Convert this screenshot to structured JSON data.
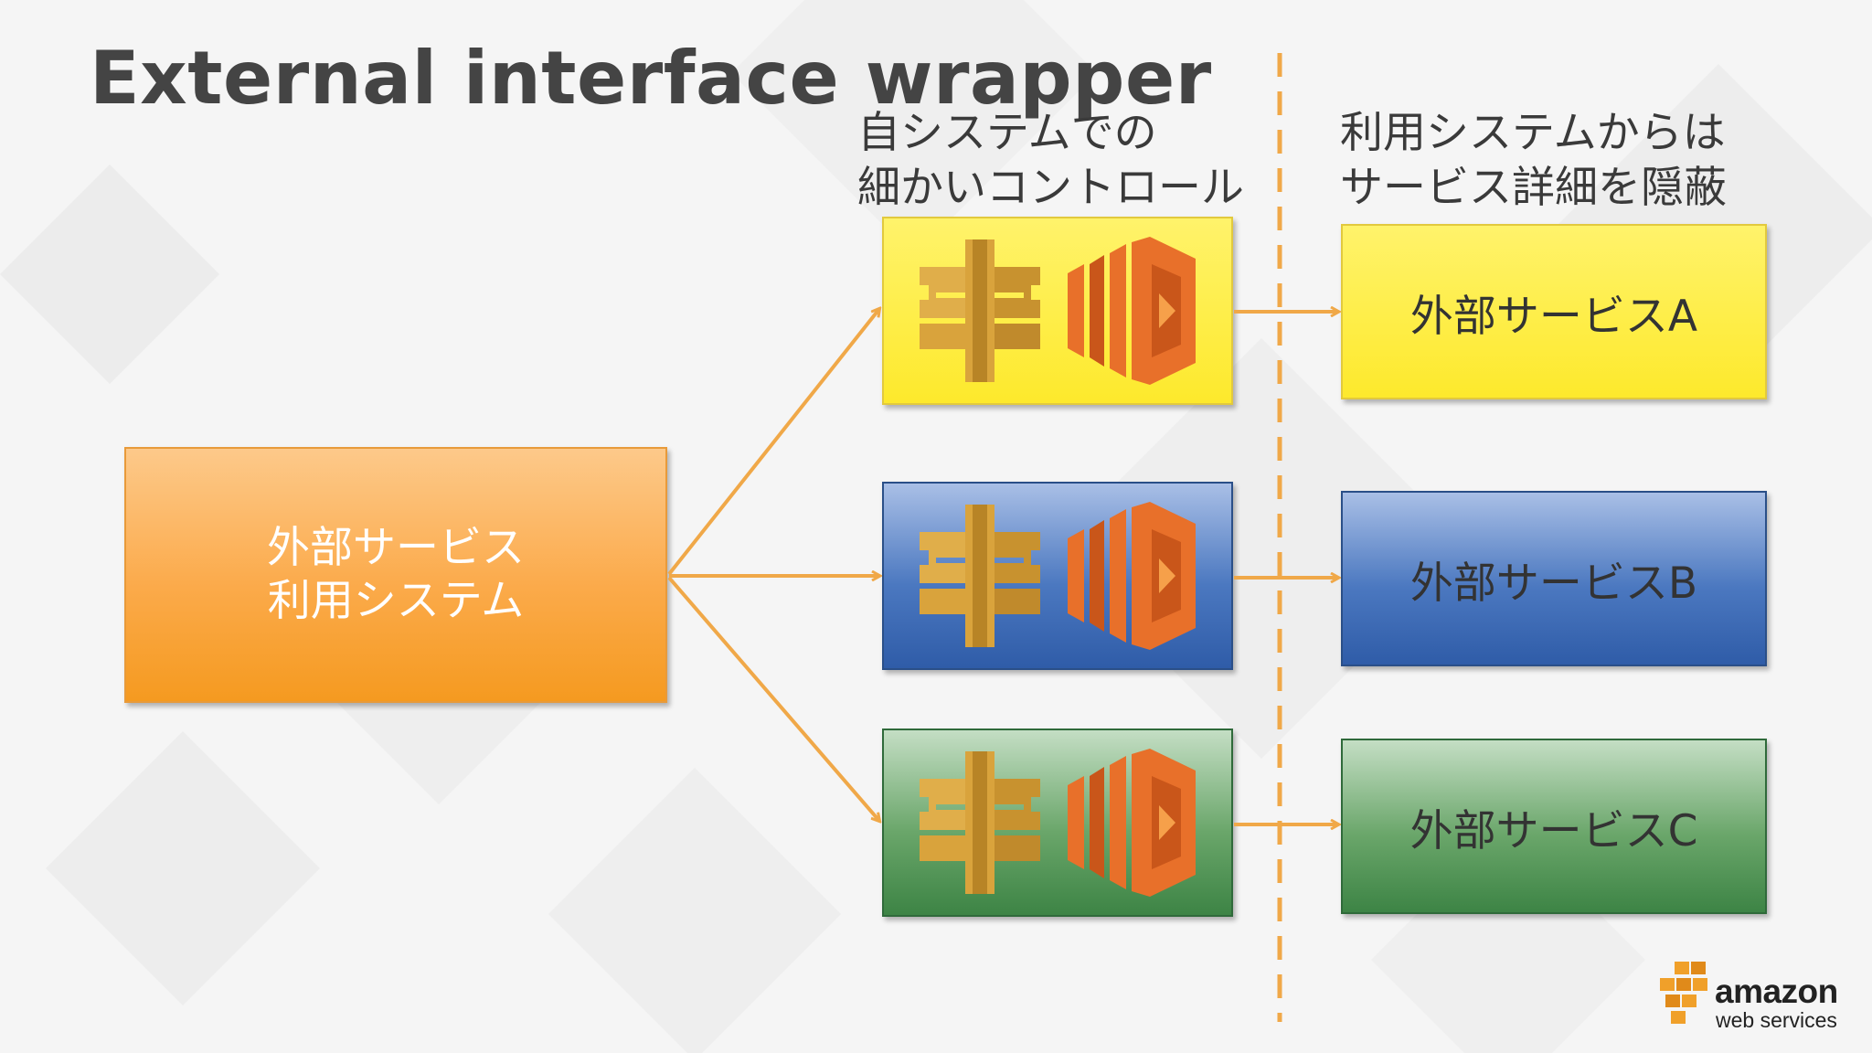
{
  "slide": {
    "title": "External interface wrapper"
  },
  "captions": {
    "left_line1": "自システムでの",
    "left_line2": "細かいコントロール",
    "right_line1": "利用システムからは",
    "right_line2": "サービス詳細を隠蔽"
  },
  "source_box": {
    "line1": "外部サービス",
    "line2": "利用システム"
  },
  "wrappers": [
    {
      "color": "yellow",
      "icons": [
        "api-gateway-icon",
        "lambda-icon"
      ]
    },
    {
      "color": "blue",
      "icons": [
        "api-gateway-icon",
        "lambda-icon"
      ]
    },
    {
      "color": "green",
      "icons": [
        "api-gateway-icon",
        "lambda-icon"
      ]
    }
  ],
  "services": {
    "a": "外部サービスA",
    "b": "外部サービスB",
    "c": "外部サービスC"
  },
  "logo": {
    "word": "amazon",
    "sub": "web services"
  },
  "colors": {
    "arrow": "#f0a848",
    "divider": "#f0a848",
    "api_gateway": "#d9a33c",
    "lambda": "#e8702a"
  }
}
